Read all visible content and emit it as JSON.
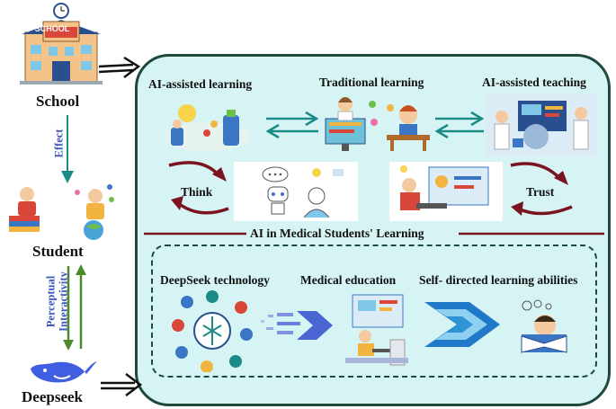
{
  "left_column": {
    "school_label": "School",
    "student_label": "Student",
    "deepseek_label": "Deepseek",
    "school_sign": "SCHOOL",
    "effect_label": "Effect",
    "perceptual_label": "Perceptual",
    "interactivity_label": "Interactivity"
  },
  "top_section": {
    "ai_assisted_learning": "AI-assisted learning",
    "traditional_learning": "Traditional learning",
    "ai_assisted_teaching": "AI-assisted teaching",
    "think": "Think",
    "trust": "Trust",
    "center_title": "AI in Medical Students' Learning"
  },
  "bottom_section": {
    "deepseek_technology": "DeepSeek technology",
    "medical_education": "Medical education",
    "self_directed": "Self- directed learning abilities"
  },
  "colors": {
    "panel_fill": "#d7f4f4",
    "panel_border": "#1d4a3c",
    "teal_arrow": "#1a8b86",
    "maroon_arrow": "#7a1420",
    "green_arrow": "#4e8b2a",
    "blue_label": "#3a56b8",
    "deepseek_blue": "#3f5fe0"
  }
}
